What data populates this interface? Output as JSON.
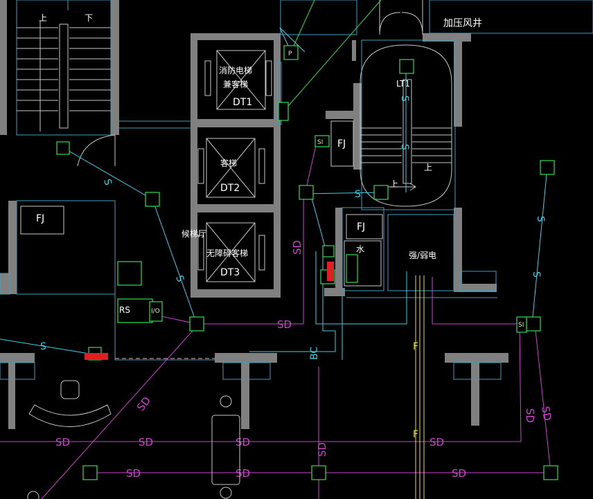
{
  "colors": {
    "background": "#000000",
    "wall": "#808080",
    "wall_line": "#3fa0c0",
    "wire_cyan": "#3fd0e8",
    "wire_magenta": "#d040d0",
    "wire_yellow": "#e8e040",
    "wire_green": "#30e050",
    "device_green": "#30e050",
    "alarm_red": "#e02020",
    "text": "#ffffff"
  },
  "labels": {
    "pressure_shaft": "加压风井",
    "fire_elevator_line1": "消防电梯",
    "fire_elevator_line2": "兼客梯",
    "dt1": "DT1",
    "guest_elevator": "客梯",
    "dt2": "DT2",
    "accessible_elevator": "无障碍客梯",
    "dt3": "DT3",
    "elevator_hall": "候梯厅",
    "lt1": "LT1",
    "fj_1": "FJ",
    "fj_2": "FJ",
    "fj_3": "FJ",
    "water": "水",
    "strong_weak_elec": "强/弱电",
    "stair_up_1": "上",
    "stair_down_1": "下",
    "stair_up_2": "上",
    "stair_up_3": "上",
    "p_box": "P",
    "rs": "RS",
    "sd_tag": "SD",
    "sl_tag_1": "SI",
    "sl_tag_2": "SI",
    "io_tag": "I/O"
  },
  "wire_codes": {
    "s": "S",
    "sd": "SD",
    "bc": "BC",
    "f": "F"
  }
}
